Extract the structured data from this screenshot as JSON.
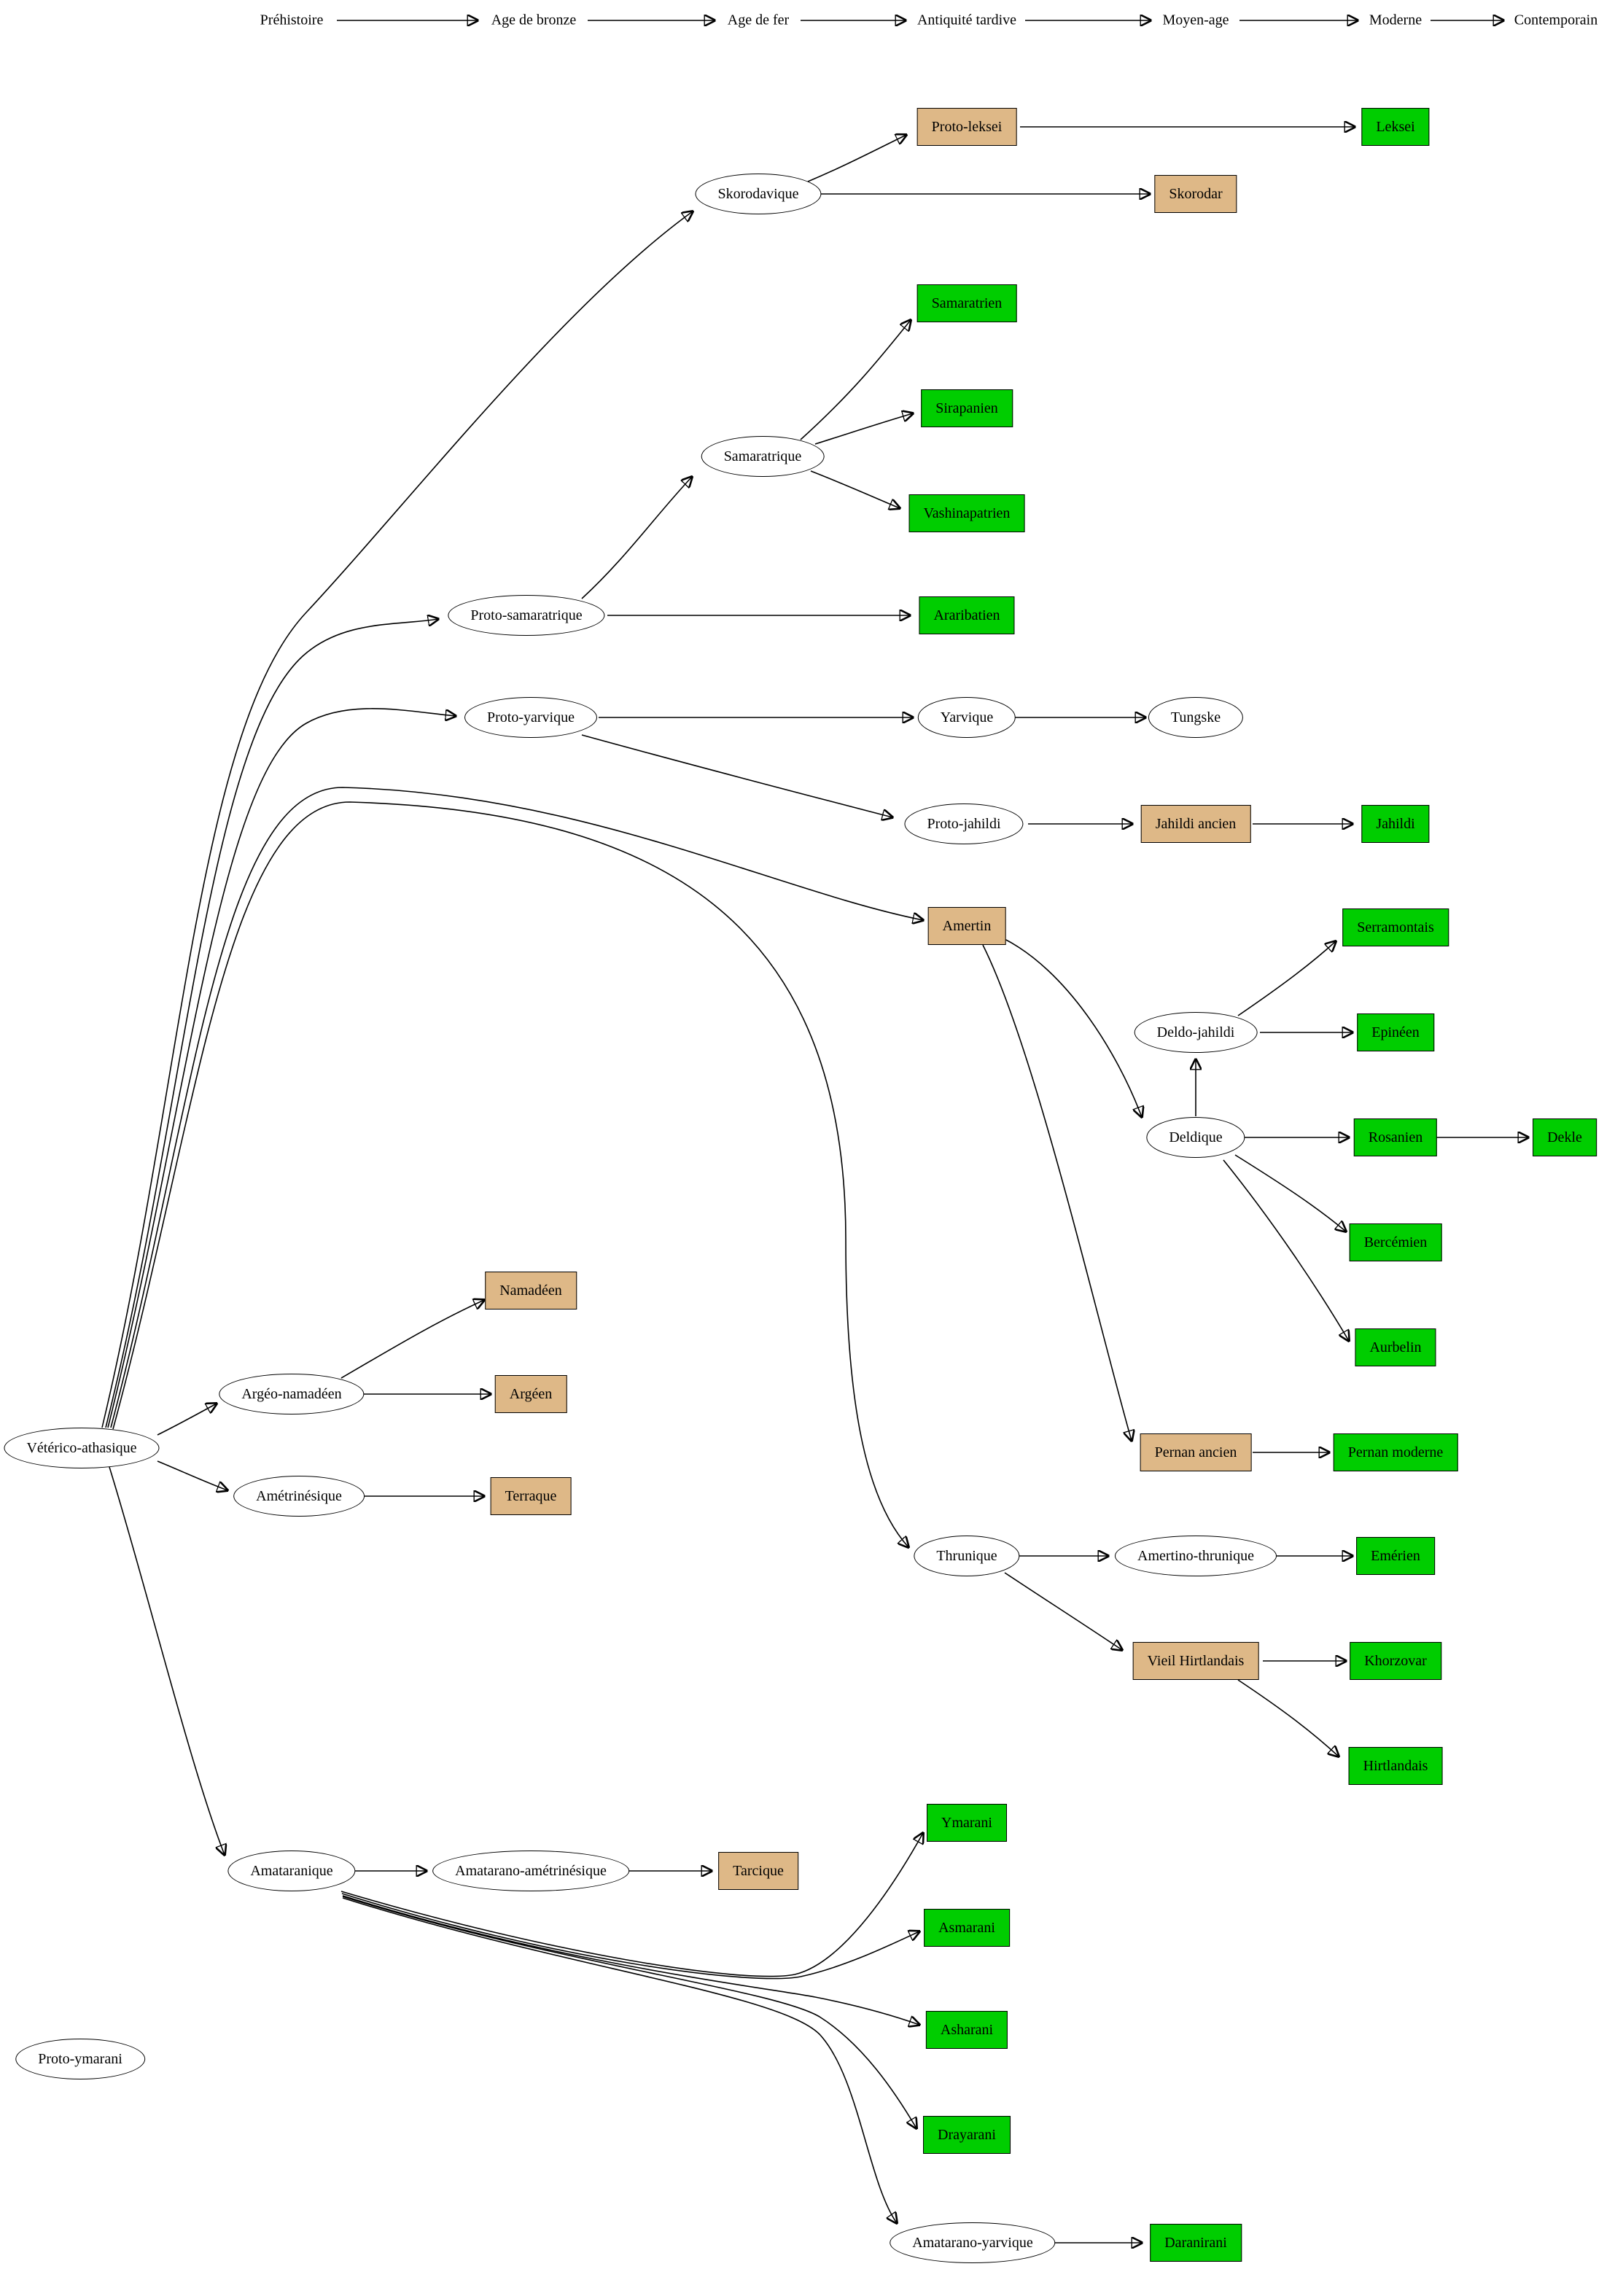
{
  "timeline": {
    "periods": [
      "Préhistoire",
      "Age de bronze",
      "Age de fer",
      "Antiquité tardive",
      "Moyen-age",
      "Moderne",
      "Contemporain"
    ]
  },
  "colors": {
    "ancient_language_box": "#deb887",
    "modern_language_box": "#00cd00",
    "proto_language_ellipse": "#ffffff",
    "edge": "#000000"
  },
  "nodes": {
    "veterico_athasique": {
      "label": "Vétérico-athasique",
      "shape": "ellipse"
    },
    "proto_ymarani": {
      "label": "Proto-ymarani",
      "shape": "ellipse"
    },
    "skorodavique": {
      "label": "Skorodavique",
      "shape": "ellipse"
    },
    "proto_leksei": {
      "label": "Proto-leksei",
      "shape": "box-tan"
    },
    "leksei": {
      "label": "Leksei",
      "shape": "box-green"
    },
    "skorodar": {
      "label": "Skorodar",
      "shape": "box-tan"
    },
    "samaratrique": {
      "label": "Samaratrique",
      "shape": "ellipse"
    },
    "samaratrien": {
      "label": "Samaratrien",
      "shape": "box-green"
    },
    "sirapanien": {
      "label": "Sirapanien",
      "shape": "box-green"
    },
    "vashinapatrien": {
      "label": "Vashinapatrien",
      "shape": "box-green"
    },
    "proto_samaratrique": {
      "label": "Proto-samaratrique",
      "shape": "ellipse"
    },
    "araribatien": {
      "label": "Araribatien",
      "shape": "box-green"
    },
    "proto_yarvique": {
      "label": "Proto-yarvique",
      "shape": "ellipse"
    },
    "yarvique": {
      "label": "Yarvique",
      "shape": "ellipse"
    },
    "tungske": {
      "label": "Tungske",
      "shape": "ellipse"
    },
    "proto_jahildi": {
      "label": "Proto-jahildi",
      "shape": "ellipse"
    },
    "jahildi_ancien": {
      "label": "Jahildi ancien",
      "shape": "box-tan"
    },
    "jahildi": {
      "label": "Jahildi",
      "shape": "box-green"
    },
    "amertin": {
      "label": "Amertin",
      "shape": "box-tan"
    },
    "deldo_jahildi": {
      "label": "Deldo-jahildi",
      "shape": "ellipse"
    },
    "serramontais": {
      "label": "Serramontais",
      "shape": "box-green"
    },
    "epineen": {
      "label": "Epinéen",
      "shape": "box-green"
    },
    "deldique": {
      "label": "Deldique",
      "shape": "ellipse"
    },
    "rosanien": {
      "label": "Rosanien",
      "shape": "box-green"
    },
    "dekle": {
      "label": "Dekle",
      "shape": "box-green"
    },
    "bercemien": {
      "label": "Bercémien",
      "shape": "box-green"
    },
    "aurbelin": {
      "label": "Aurbelin",
      "shape": "box-green"
    },
    "pernan_ancien": {
      "label": "Pernan ancien",
      "shape": "box-tan"
    },
    "pernan_moderne": {
      "label": "Pernan moderne",
      "shape": "box-green"
    },
    "thrunique": {
      "label": "Thrunique",
      "shape": "ellipse"
    },
    "amertino_thrunique": {
      "label": "Amertino-thrunique",
      "shape": "ellipse"
    },
    "emerien": {
      "label": "Emérien",
      "shape": "box-green"
    },
    "vieil_hirtlandais": {
      "label": "Vieil Hirtlandais",
      "shape": "box-tan"
    },
    "khorzovar": {
      "label": "Khorzovar",
      "shape": "box-green"
    },
    "hirtlandais": {
      "label": "Hirtlandais",
      "shape": "box-green"
    },
    "namadeen": {
      "label": "Namadéen",
      "shape": "box-tan"
    },
    "argeo_namadeen": {
      "label": "Argéo-namadéen",
      "shape": "ellipse"
    },
    "argeen": {
      "label": "Argéen",
      "shape": "box-tan"
    },
    "ametrinesique": {
      "label": "Amétrinésique",
      "shape": "ellipse"
    },
    "terraque": {
      "label": "Terraque",
      "shape": "box-tan"
    },
    "amataranique": {
      "label": "Amataranique",
      "shape": "ellipse"
    },
    "amatarano_ametrinesique": {
      "label": "Amatarano-amétrinésique",
      "shape": "ellipse"
    },
    "tarcique": {
      "label": "Tarcique",
      "shape": "box-tan"
    },
    "ymarani": {
      "label": "Ymarani",
      "shape": "box-green"
    },
    "asmarani": {
      "label": "Asmarani",
      "shape": "box-green"
    },
    "asharani": {
      "label": "Asharani",
      "shape": "box-green"
    },
    "drayarani": {
      "label": "Drayarani",
      "shape": "box-green"
    },
    "amatarano_yarvique": {
      "label": "Amatarano-yarvique",
      "shape": "ellipse"
    },
    "daranirani": {
      "label": "Daranirani",
      "shape": "box-green"
    }
  },
  "edges": [
    {
      "from": "veterico_athasique",
      "to": "skorodavique"
    },
    {
      "from": "veterico_athasique",
      "to": "proto_samaratrique"
    },
    {
      "from": "veterico_athasique",
      "to": "proto_yarvique"
    },
    {
      "from": "veterico_athasique",
      "to": "amertin"
    },
    {
      "from": "veterico_athasique",
      "to": "thrunique"
    },
    {
      "from": "veterico_athasique",
      "to": "argeo_namadeen"
    },
    {
      "from": "veterico_athasique",
      "to": "ametrinesique"
    },
    {
      "from": "veterico_athasique",
      "to": "amataranique"
    },
    {
      "from": "skorodavique",
      "to": "proto_leksei"
    },
    {
      "from": "skorodavique",
      "to": "skorodar"
    },
    {
      "from": "proto_leksei",
      "to": "leksei"
    },
    {
      "from": "proto_samaratrique",
      "to": "samaratrique"
    },
    {
      "from": "proto_samaratrique",
      "to": "araribatien"
    },
    {
      "from": "samaratrique",
      "to": "samaratrien"
    },
    {
      "from": "samaratrique",
      "to": "sirapanien"
    },
    {
      "from": "samaratrique",
      "to": "vashinapatrien"
    },
    {
      "from": "proto_yarvique",
      "to": "yarvique"
    },
    {
      "from": "proto_yarvique",
      "to": "proto_jahildi"
    },
    {
      "from": "yarvique",
      "to": "tungske"
    },
    {
      "from": "proto_jahildi",
      "to": "jahildi_ancien"
    },
    {
      "from": "jahildi_ancien",
      "to": "jahildi"
    },
    {
      "from": "amertin",
      "to": "deldique"
    },
    {
      "from": "amertin",
      "to": "pernan_ancien"
    },
    {
      "from": "deldique",
      "to": "deldo_jahildi"
    },
    {
      "from": "deldo_jahildi",
      "to": "serramontais"
    },
    {
      "from": "deldo_jahildi",
      "to": "epineen"
    },
    {
      "from": "deldique",
      "to": "rosanien"
    },
    {
      "from": "rosanien",
      "to": "dekle"
    },
    {
      "from": "deldique",
      "to": "bercemien"
    },
    {
      "from": "deldique",
      "to": "aurbelin"
    },
    {
      "from": "pernan_ancien",
      "to": "pernan_moderne"
    },
    {
      "from": "thrunique",
      "to": "amertino_thrunique"
    },
    {
      "from": "amertino_thrunique",
      "to": "emerien"
    },
    {
      "from": "thrunique",
      "to": "vieil_hirtlandais"
    },
    {
      "from": "vieil_hirtlandais",
      "to": "khorzovar"
    },
    {
      "from": "vieil_hirtlandais",
      "to": "hirtlandais"
    },
    {
      "from": "argeo_namadeen",
      "to": "namadeen"
    },
    {
      "from": "argeo_namadeen",
      "to": "argeen"
    },
    {
      "from": "ametrinesique",
      "to": "terraque"
    },
    {
      "from": "amataranique",
      "to": "amatarano_ametrinesique"
    },
    {
      "from": "amatarano_ametrinesique",
      "to": "tarcique"
    },
    {
      "from": "amataranique",
      "to": "ymarani"
    },
    {
      "from": "amataranique",
      "to": "asmarani"
    },
    {
      "from": "amataranique",
      "to": "asharani"
    },
    {
      "from": "amataranique",
      "to": "drayarani"
    },
    {
      "from": "amataranique",
      "to": "amatarano_yarvique"
    },
    {
      "from": "amatarano_yarvique",
      "to": "daranirani"
    }
  ]
}
